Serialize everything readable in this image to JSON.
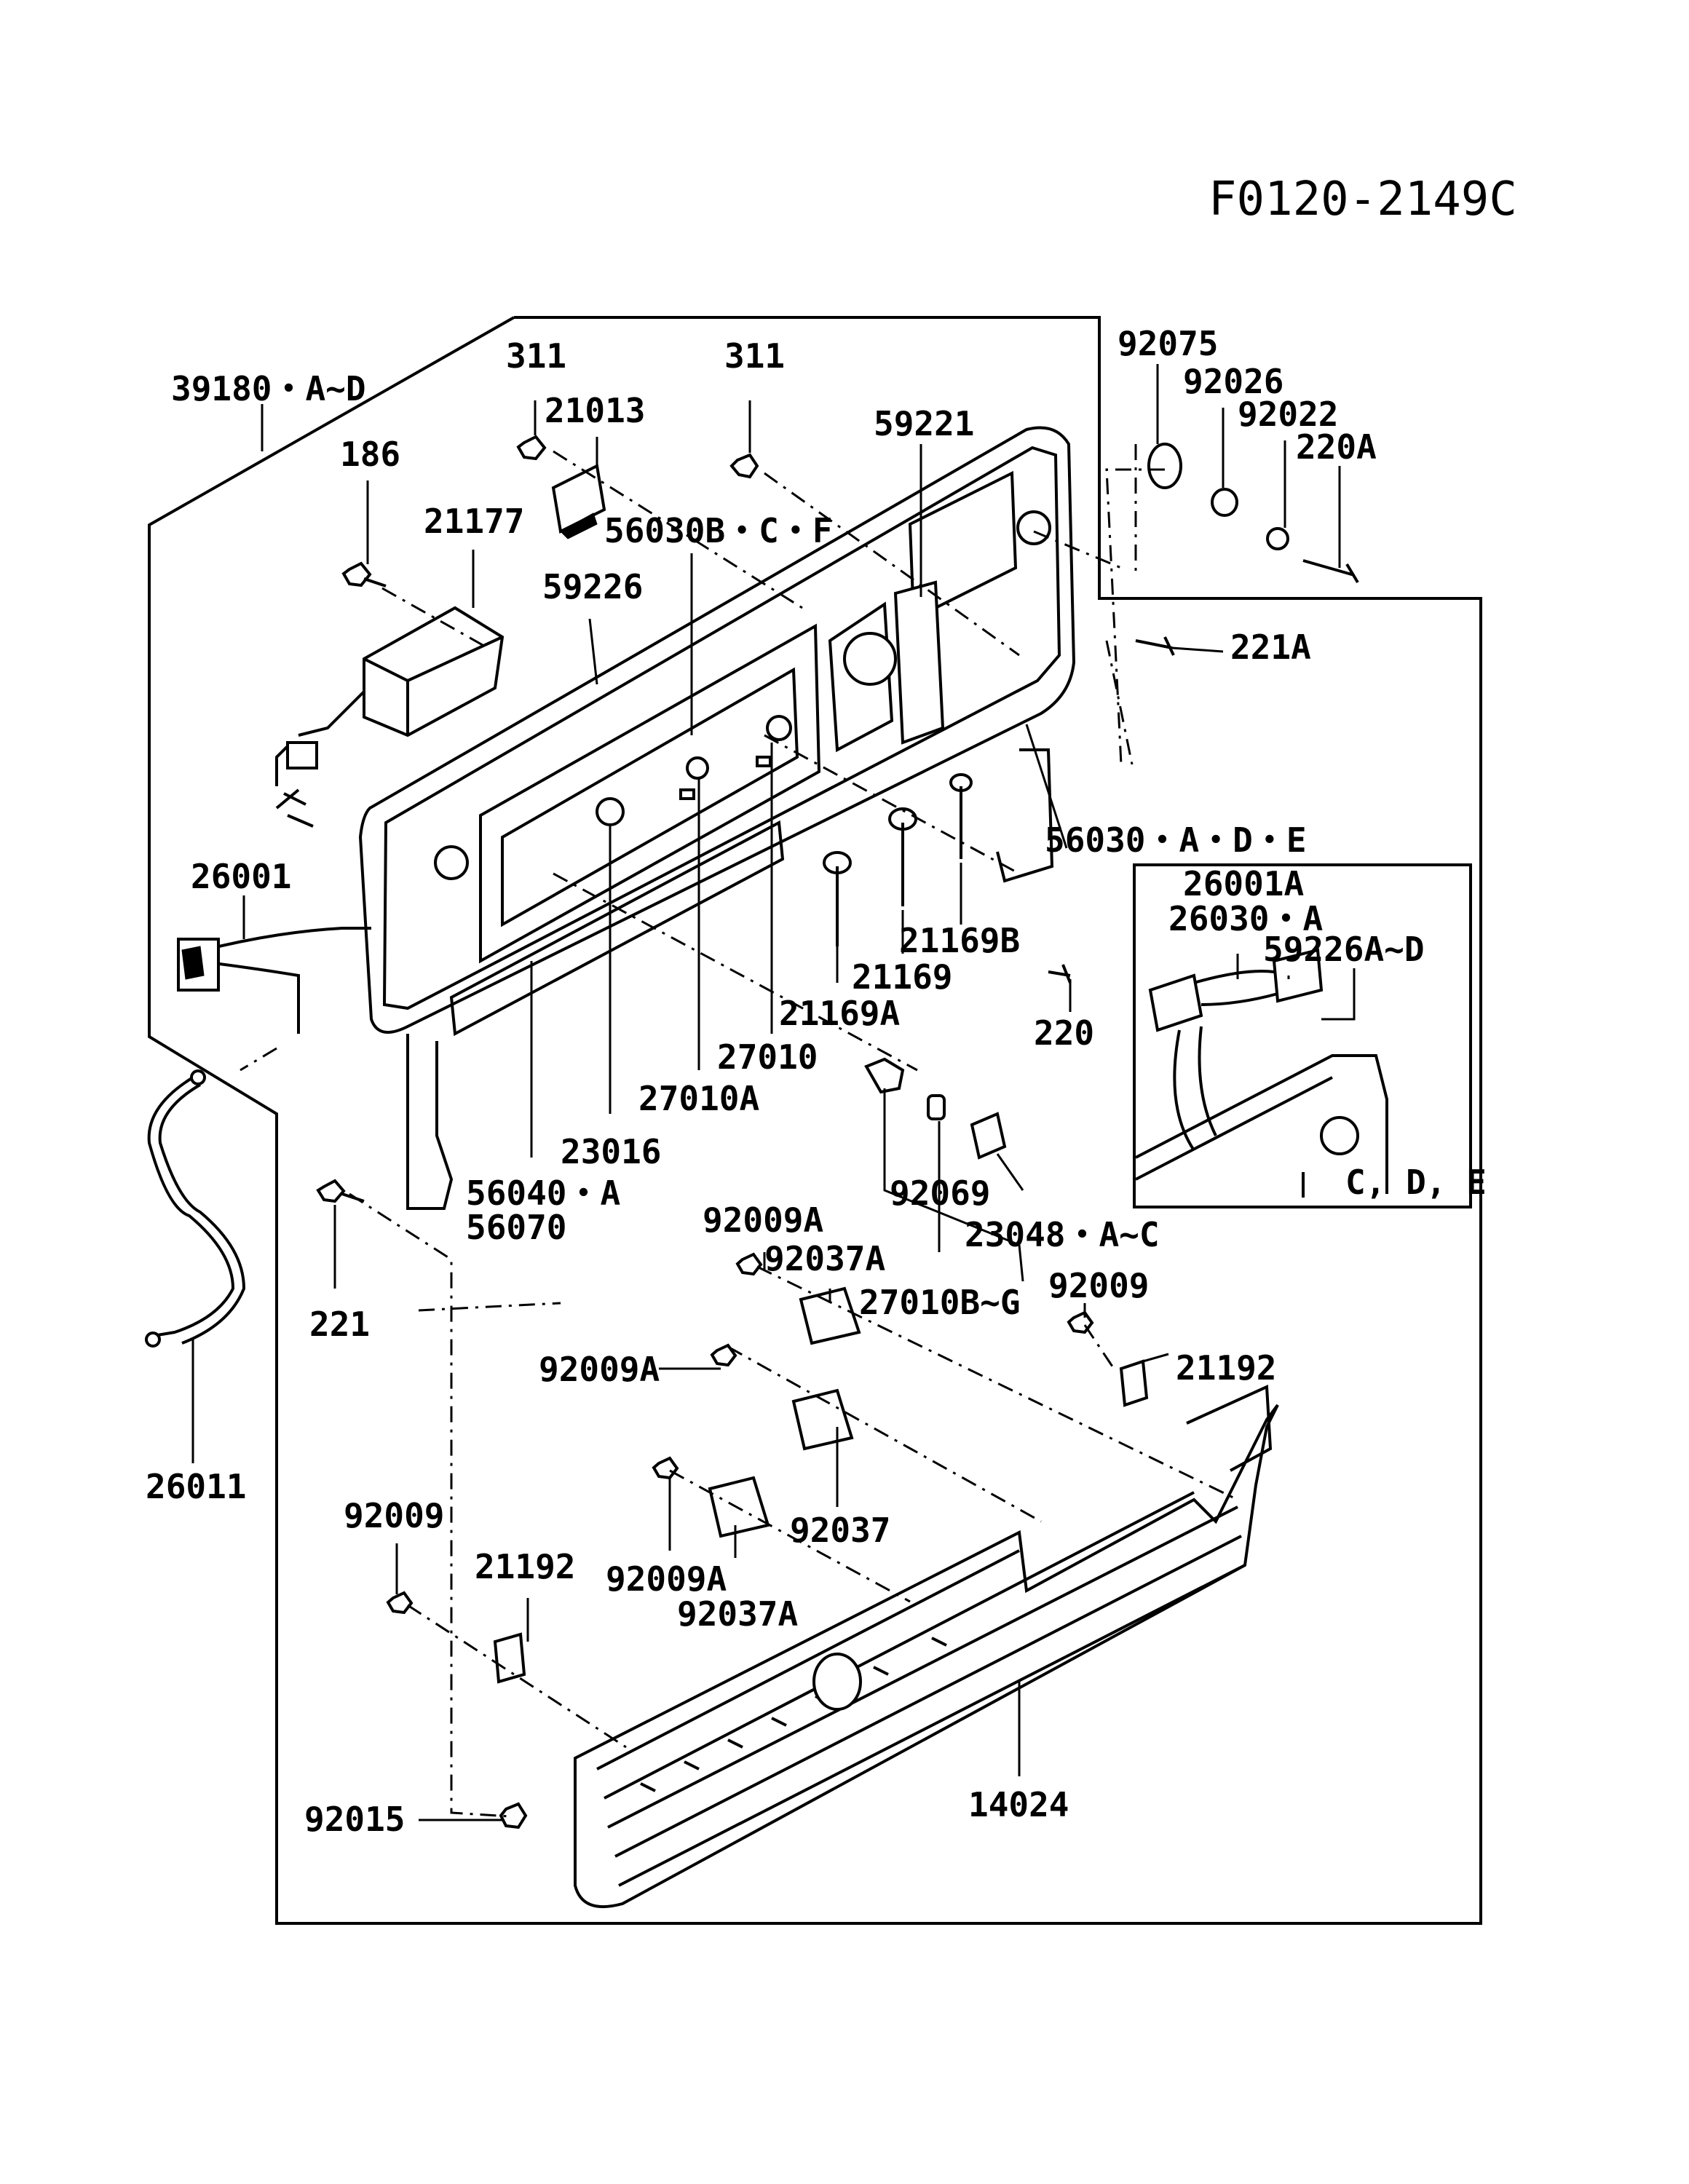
{
  "document_id": "F0120-2149C",
  "inset_caption": "C, D, E",
  "labels": {
    "l39180": "39180・A~D",
    "l186": "186",
    "l311a": "311",
    "l21013": "21013",
    "l311b": "311",
    "l21177": "21177",
    "l56030bcf": "56030B・C・F",
    "l59226": "59226",
    "l59221": "59221",
    "l92075": "92075",
    "l92026": "92026",
    "l92022": "92022",
    "l220a": "220A",
    "l221a": "221A",
    "l56030ade": "56030・A・D・E",
    "l26001": "26001",
    "l26001a": "26001A",
    "l26030a": "26030・A",
    "l59226ad": "59226A~D",
    "l21169b": "21169B",
    "l21169": "21169",
    "l21169a": "21169A",
    "l220": "220",
    "l27010": "27010",
    "l27010a": "27010A",
    "l23016": "23016",
    "l56040a": "56040・A",
    "l56070": "56070",
    "l221": "221",
    "l92069": "92069",
    "l23048": "23048・A~C",
    "l92009a_1": "92009A",
    "l92037a_1": "92037A",
    "l27010bg": "27010B~G",
    "l92009_1": "92009",
    "l21192_1": "21192",
    "l92009a_2": "92009A",
    "l26011": "26011",
    "l92009_2": "92009",
    "l21192_2": "21192",
    "l92037": "92037",
    "l92009a_3": "92009A",
    "l92037a_2": "92037A",
    "l92015": "92015",
    "l14024": "14024"
  }
}
